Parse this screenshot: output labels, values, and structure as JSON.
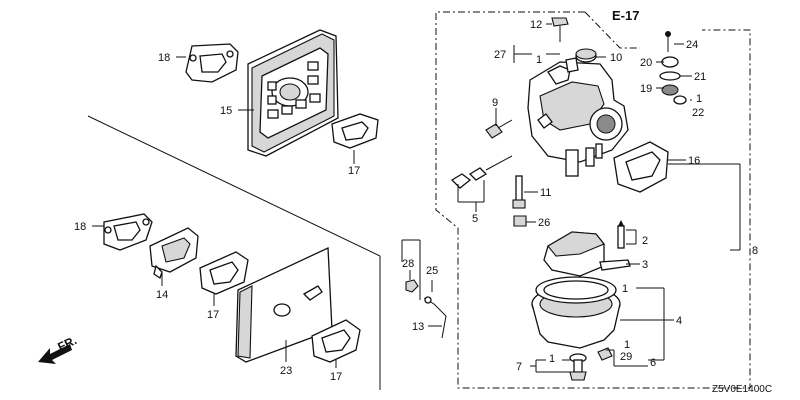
{
  "diagram": {
    "section_ref": "E-17",
    "drawing_code": "Z5V0E1400C",
    "front_label": "FR.",
    "callouts": {
      "c18a": "18",
      "c15": "15",
      "c17a": "17",
      "c18b": "18",
      "c14": "14",
      "c17b": "17",
      "c23": "23",
      "c17c": "17",
      "c28": "28",
      "c25": "25",
      "c13": "13",
      "c12": "12",
      "c27": "27",
      "c1a": "1",
      "c10": "10",
      "c9": "9",
      "c24": "24",
      "c20": "20",
      "c21": "21",
      "c19": "19",
      "c1b": "1",
      "c22": "22",
      "c16": "16",
      "c11": "11",
      "c5": "5",
      "c26": "26",
      "c2": "2",
      "c3": "3",
      "c8": "8",
      "c1c": "1",
      "c4": "4",
      "c1d": "1",
      "c29": "29",
      "c6": "6",
      "c7": "7",
      "c1e": "1"
    }
  }
}
